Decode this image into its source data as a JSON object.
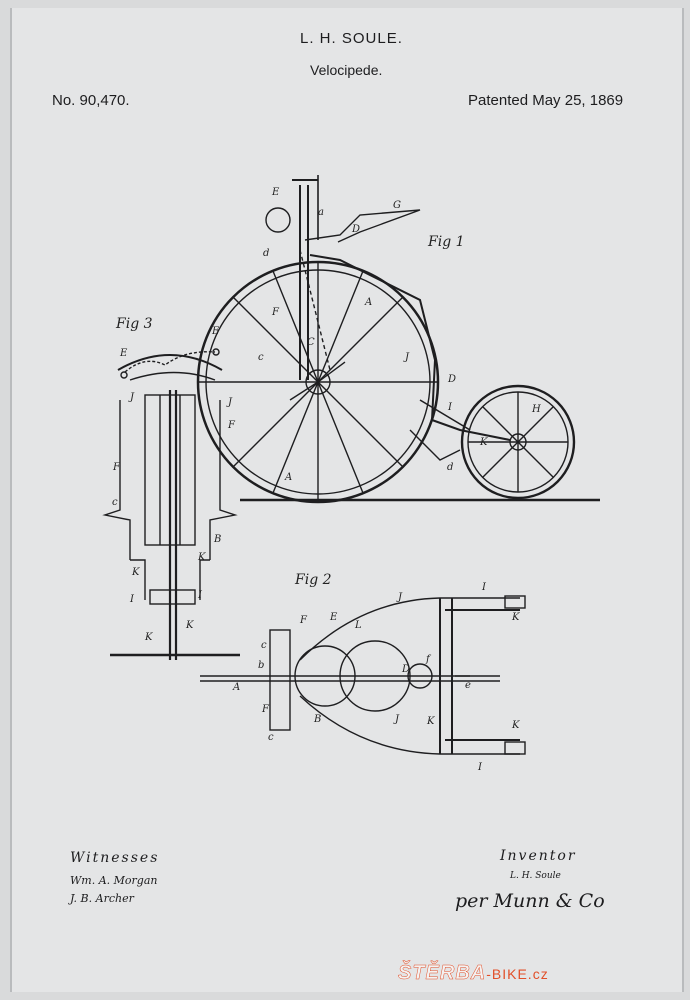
{
  "header": {
    "inventor": "L. H. SOULE.",
    "title": "Velocipede.",
    "number": "No. 90,470.",
    "date": "Patented May 25, 1869"
  },
  "figures": {
    "fig1": "Fig 1",
    "fig2": "Fig 2",
    "fig3": "Fig 3"
  },
  "signatures": {
    "witnesses_label": "Witnesses",
    "witness_1": "Wm. A. Morgan",
    "witness_2": "J. B. Archer",
    "inventor_label": "Inventor",
    "inventor_signature": "L. H. Soule",
    "attorney_signature": "per Munn & Co"
  },
  "watermark": {
    "brand": "ŠTĚRBA",
    "suffix": "-BIKE.cz"
  },
  "colors": {
    "ink": "#1d1d1f",
    "paper": "#e4e5e6",
    "watermark": "#e2502a"
  }
}
